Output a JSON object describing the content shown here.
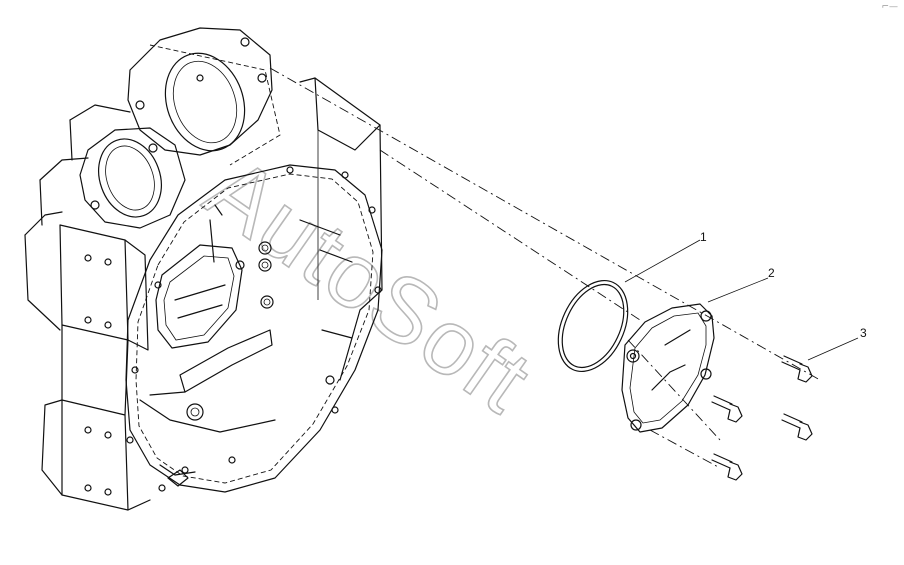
{
  "callouts": [
    {
      "id": "1",
      "text": "1"
    },
    {
      "id": "2",
      "text": "2"
    },
    {
      "id": "3",
      "text": "3"
    }
  ],
  "watermark": "AutoSoft",
  "corner_mark": "⌐—"
}
